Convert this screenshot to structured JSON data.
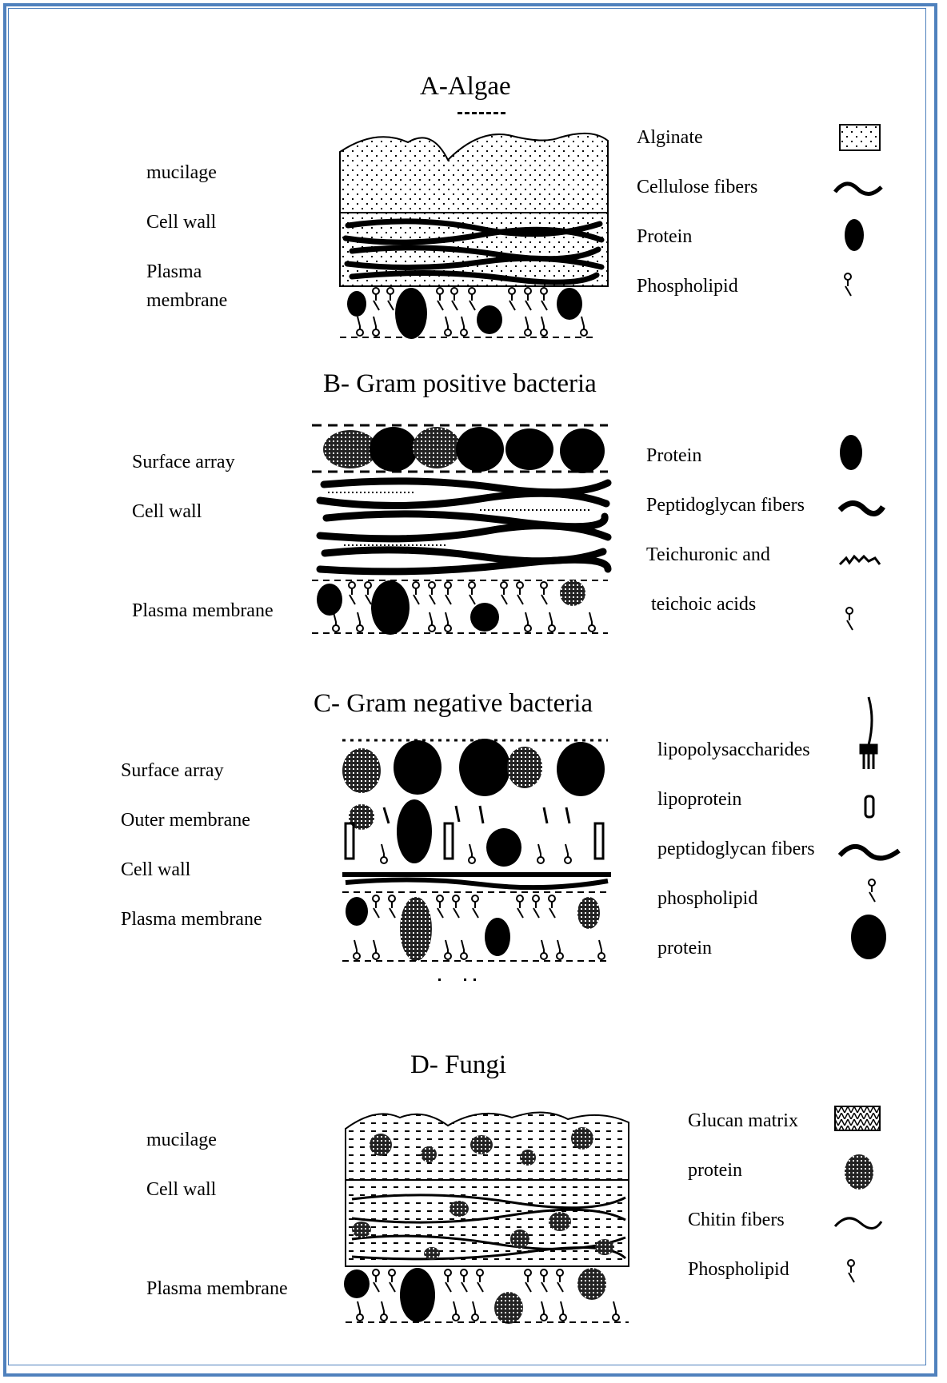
{
  "sections": {
    "algae": {
      "title": "A-Algae",
      "left_labels": [
        "mucilage",
        "Cell wall",
        "Plasma",
        "membrane"
      ],
      "legend": [
        "Alginate",
        "Cellulose fibers",
        "Protein",
        "Phospholipid"
      ]
    },
    "gram_positive": {
      "title": "B- Gram positive bacteria",
      "left_labels": [
        "Surface array",
        "Cell wall",
        "Plasma membrane"
      ],
      "legend": [
        "Protein",
        "Peptidoglycan fibers",
        "Teichuronic and",
        "teichoic acids"
      ]
    },
    "gram_negative": {
      "title": "C- Gram negative bacteria",
      "left_labels": [
        "Surface array",
        "Outer membrane",
        "Cell wall",
        "Plasma membrane"
      ],
      "legend": [
        "lipopolysaccharides",
        "lipoprotein",
        "peptidoglycan fibers",
        "phospholipid",
        "protein"
      ]
    },
    "fungi": {
      "title": "D- Fungi",
      "left_labels": [
        "mucilage",
        "Cell wall",
        "Plasma membrane"
      ],
      "legend": [
        "Glucan matrix",
        "protein",
        "Chitin fibers",
        "Phospholipid"
      ]
    }
  },
  "colors": {
    "border": "#4f81bd",
    "ink": "#000000"
  }
}
